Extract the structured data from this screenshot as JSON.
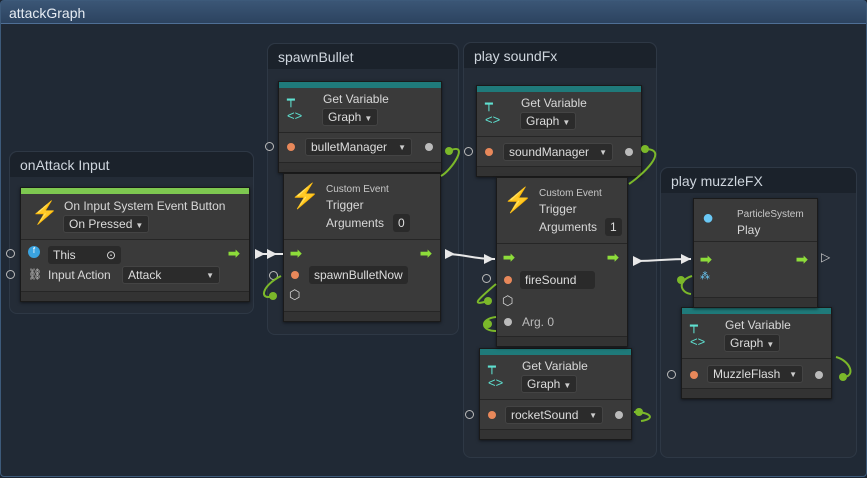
{
  "window": {
    "title": "attackGraph"
  },
  "groups": {
    "onattack": "onAttack Input",
    "spawn": "spawnBullet",
    "sound": "play soundFx",
    "muzzle": "play muzzleFX"
  },
  "input_node": {
    "title": "On Input System Event Button",
    "mode": "On Pressed",
    "target": "This",
    "action_label": "Input Action",
    "action": "Attack"
  },
  "get_var": {
    "title": "Get Variable",
    "scope": "Graph"
  },
  "vars": {
    "bullet": "bulletManager",
    "sound": "soundManager",
    "rocket": "rocketSound",
    "muzzle": "MuzzleFlash"
  },
  "trigger_spawn": {
    "kind": "Custom Event",
    "title": "Trigger",
    "args_label": "Arguments",
    "args": "0",
    "event": "spawnBulletNow"
  },
  "trigger_fire": {
    "kind": "Custom Event",
    "title": "Trigger",
    "args_label": "Arguments",
    "args": "1",
    "event": "fireSound",
    "arg0": "Arg. 0"
  },
  "particle": {
    "kind": "ParticleSystem",
    "title": "Play"
  },
  "colors": {
    "teal": "#1f7a7a",
    "green": "#7ec850",
    "wire": "#7bb82a"
  }
}
